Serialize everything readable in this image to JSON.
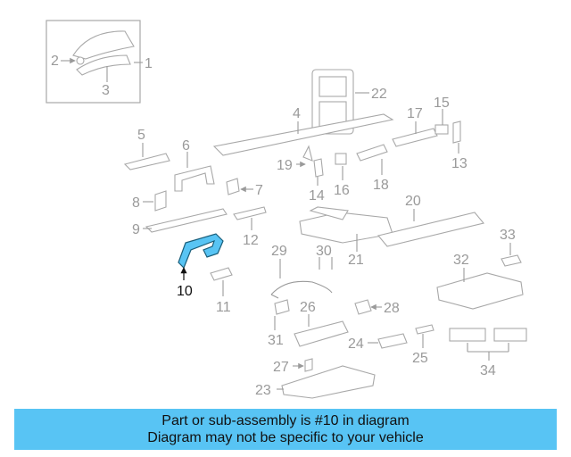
{
  "banner": {
    "line1": "Part or sub-assembly is #10 in diagram",
    "line2": "Diagram may not be specific to your vehicle",
    "background": "#58c4f4"
  },
  "highlight": {
    "part_number": "10",
    "color": "#58c4f4"
  },
  "callouts": [
    "1",
    "2",
    "3",
    "4",
    "5",
    "6",
    "7",
    "8",
    "9",
    "10",
    "11",
    "12",
    "13",
    "14",
    "15",
    "16",
    "17",
    "18",
    "19",
    "20",
    "21",
    "22",
    "23",
    "24",
    "25",
    "26",
    "27",
    "28",
    "29",
    "30",
    "31",
    "32",
    "33",
    "34"
  ]
}
